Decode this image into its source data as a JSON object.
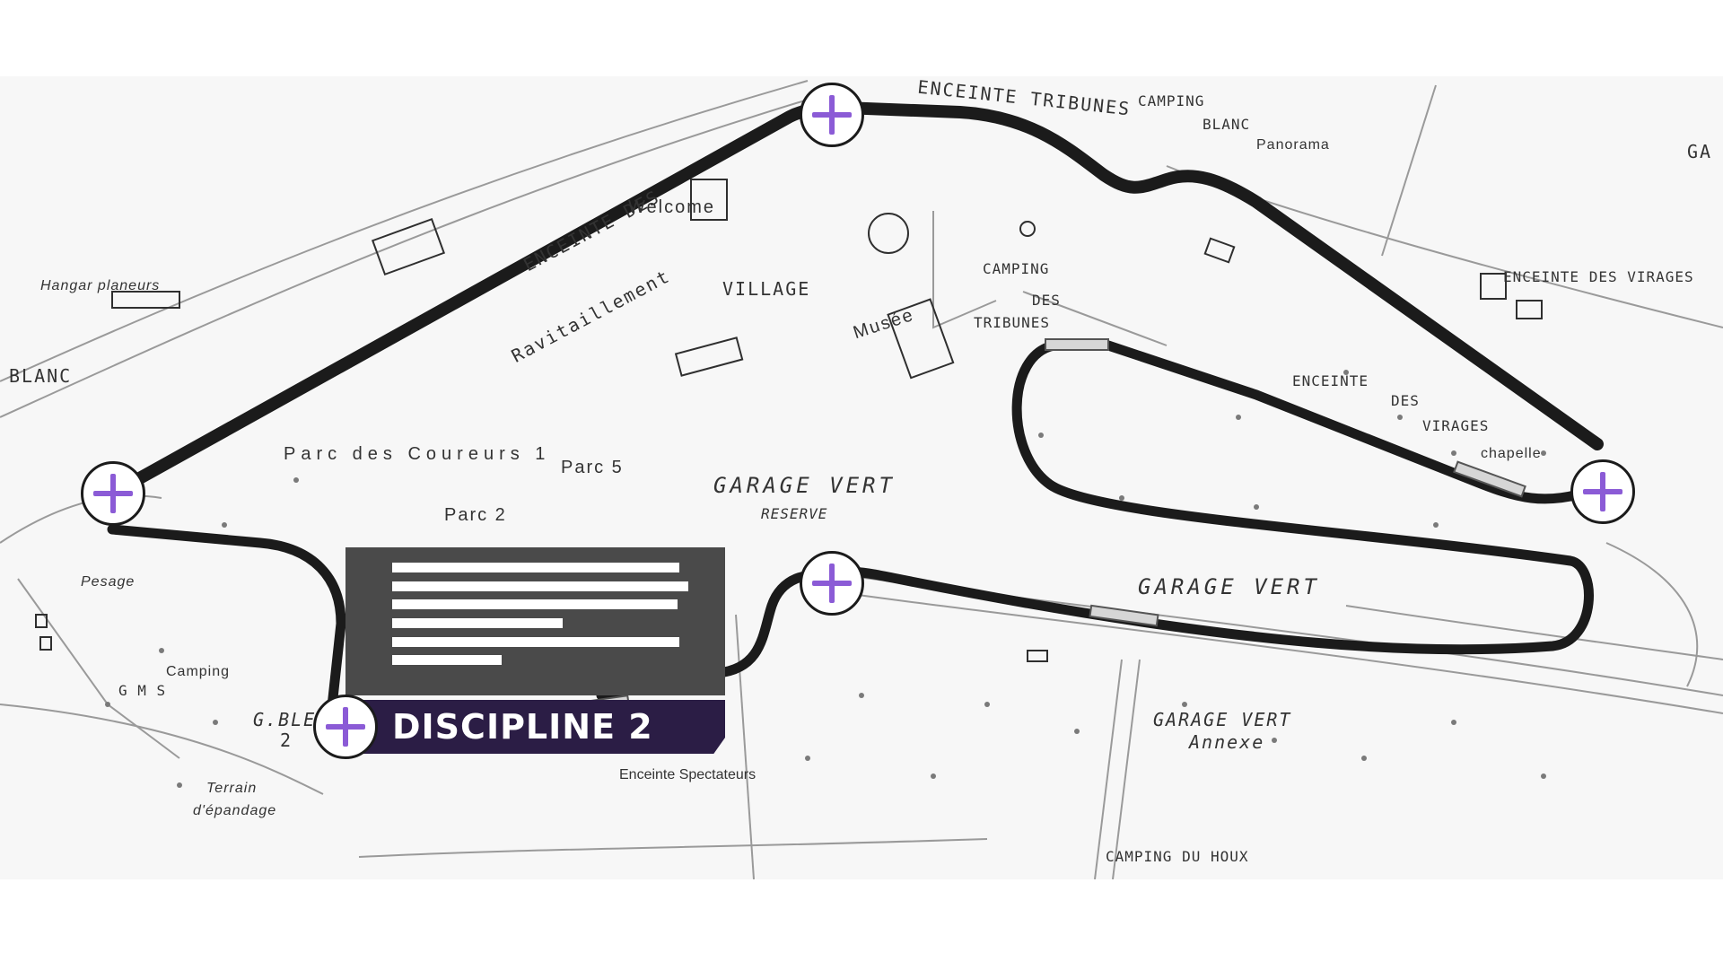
{
  "map": {
    "labels": {
      "enceinte_tribunes_top": "ENCEINTE TRIBUNES",
      "camping_blanc": "CAMPING",
      "blanc": "BLANC",
      "panorama": "Panorama",
      "enceinte_des_virages_top": "ENCEINTE DES VIRAGES",
      "welcome": "Welcome",
      "ravitaillement": "Ravitaillement",
      "village": "VILLAGE",
      "camping_des_tribunes": "CAMPING",
      "des": "DES",
      "tribunes": "TRIBUNES",
      "musee": "Musée",
      "enceinte_des_virages_mid": "ENCEINTE",
      "des_mid": "DES",
      "virages_mid": "VIRAGES",
      "chapelle": "chapelle",
      "hangar_planeurs": "Hangar planeurs",
      "blanc_left": "BLANC",
      "parc_des_coureurs": "Parc des Coureurs 1",
      "parc_5": "Parc 5",
      "parc_2": "Parc 2",
      "garage_vert_center": "GARAGE VERT",
      "reserve": "RESERVE",
      "garage_vert_right": "GARAGE VERT",
      "garage_vert_annexe": "GARAGE VERT",
      "annexe": "Annexe",
      "pesage": "Pesage",
      "camping_left": "Camping",
      "gms": "G M S",
      "gblen": "G.BLE",
      "gblen_num": "2",
      "terrain": "Terrain",
      "epandage": "d'épandage",
      "enceinte_spectateurs": "Enceinte Spectateurs",
      "camping_du_houx": "CAMPING DU HOUX",
      "enceinte_des_top": "ENCEINTE DES",
      "ga": "GA"
    }
  },
  "hotspots": [
    {
      "id": "top-center"
    },
    {
      "id": "left"
    },
    {
      "id": "right"
    },
    {
      "id": "center"
    },
    {
      "id": "bottom-left"
    }
  ],
  "card": {
    "title": "DISCIPLINE 2"
  },
  "colors": {
    "accent": "#8b5bd6",
    "banner": "#2b1d45",
    "card": "#4a4a4a",
    "track": "#1b1b1b"
  }
}
